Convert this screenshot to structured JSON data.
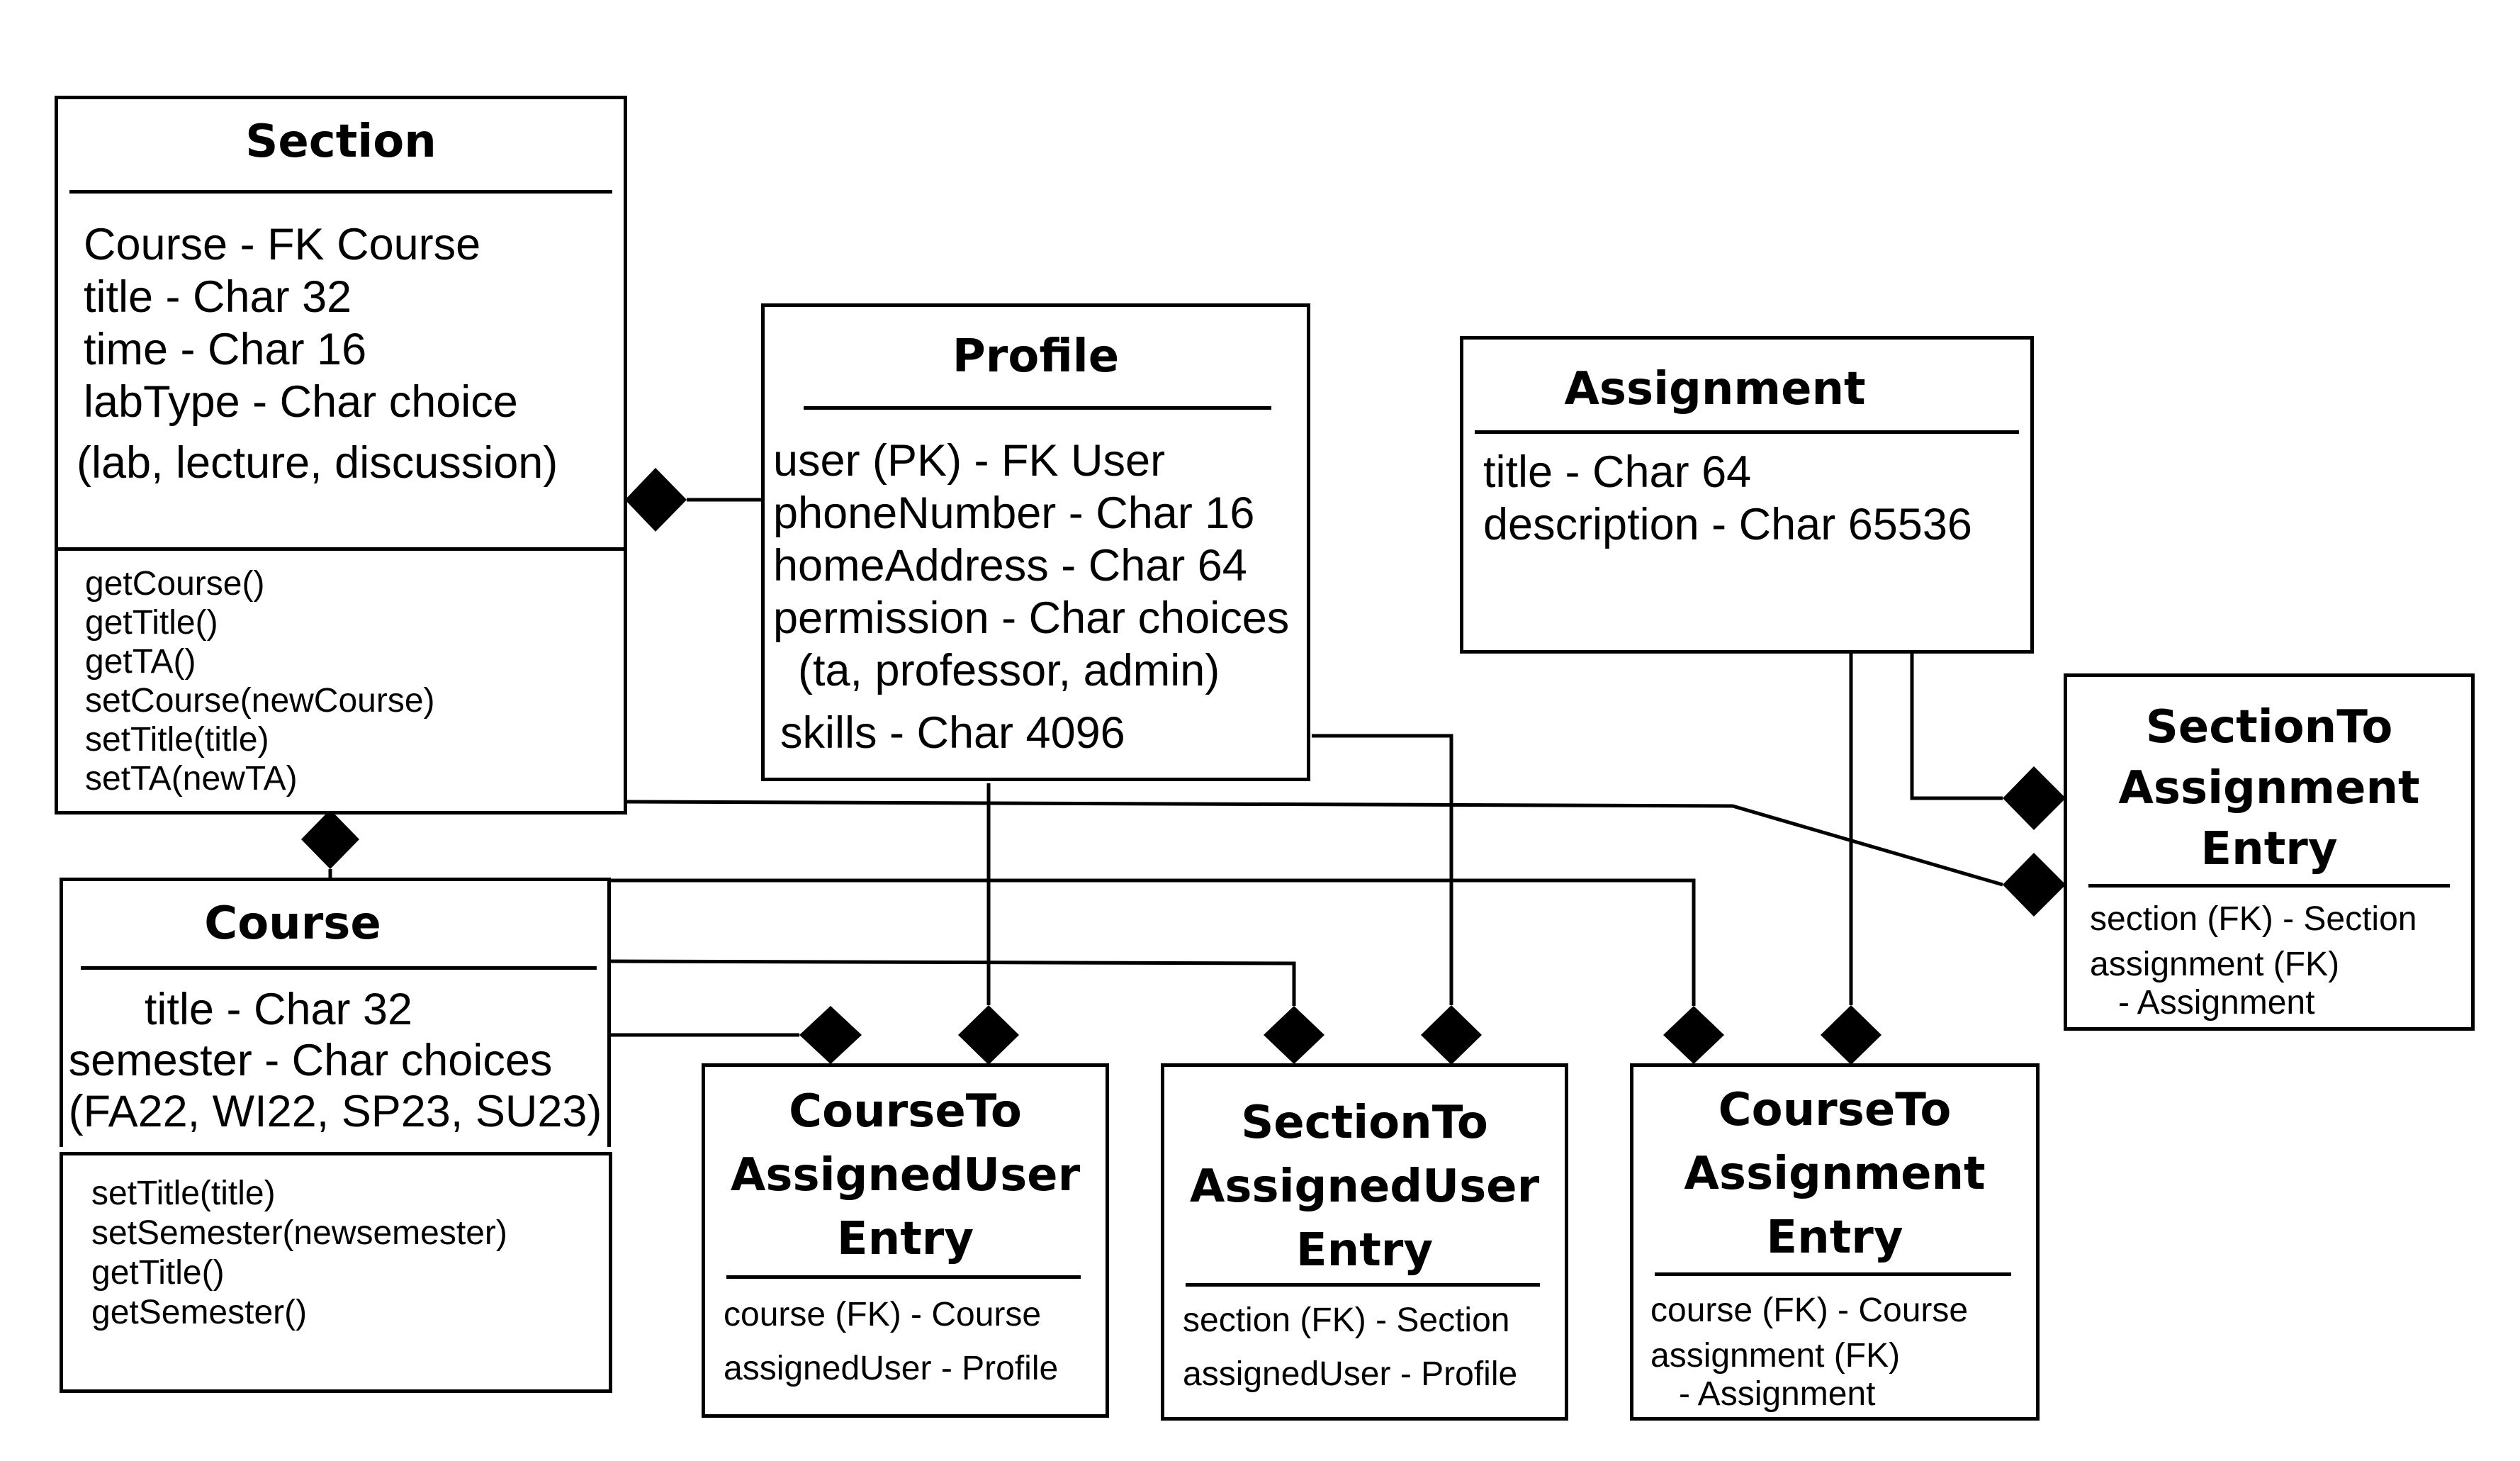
{
  "classes": {
    "section": {
      "name": "Section",
      "fields": [
        "Course - FK Course",
        "title - Char 32",
        "time - Char 16",
        "labType - Char choice",
        "(lab, lecture, discussion)"
      ],
      "methods": [
        "getCourse()",
        "getTitle()",
        "getTA()",
        "setCourse(newCourse)",
        "setTitle(title)",
        "setTA(newTA)"
      ]
    },
    "profile": {
      "name": "Profile",
      "fields": [
        "user (PK) - FK User",
        "phoneNumber - Char 16",
        "homeAddress - Char 64",
        "permission - Char choices",
        "  (ta, professor, admin)",
        "skills - Char 4096"
      ]
    },
    "assignment": {
      "name": "Assignment",
      "fields": [
        "title - Char 64",
        "description - Char 65536"
      ]
    },
    "course": {
      "name": "Course",
      "fields": [
        "title - Char 32",
        "semester - Char choices",
        "(FA22, WI22, SP23, SU23)"
      ],
      "methods": [
        "setTitle(title)",
        "setSemester(newsemester)",
        "getTitle()",
        "getSemester()"
      ]
    },
    "section_to_assignment": {
      "name": "SectionTo\nAssignment\nEntry",
      "fields": [
        "section (FK) - Section",
        "assignment (FK)",
        "   - Assignment"
      ]
    },
    "course_to_assigned_user": {
      "name": "CourseTo\nAssignedUser\nEntry",
      "fields": [
        "course (FK) - Course",
        "assignedUser - Profile"
      ]
    },
    "section_to_assigned_user": {
      "name": "SectionTo\nAssignedUser\nEntry",
      "fields": [
        "section (FK) - Section",
        "assignedUser - Profile"
      ]
    },
    "course_to_assignment": {
      "name": "CourseTo\nAssignment\nEntry",
      "fields": [
        "course (FK) - Course",
        "assignment (FK)",
        "   - Assignment"
      ]
    }
  }
}
